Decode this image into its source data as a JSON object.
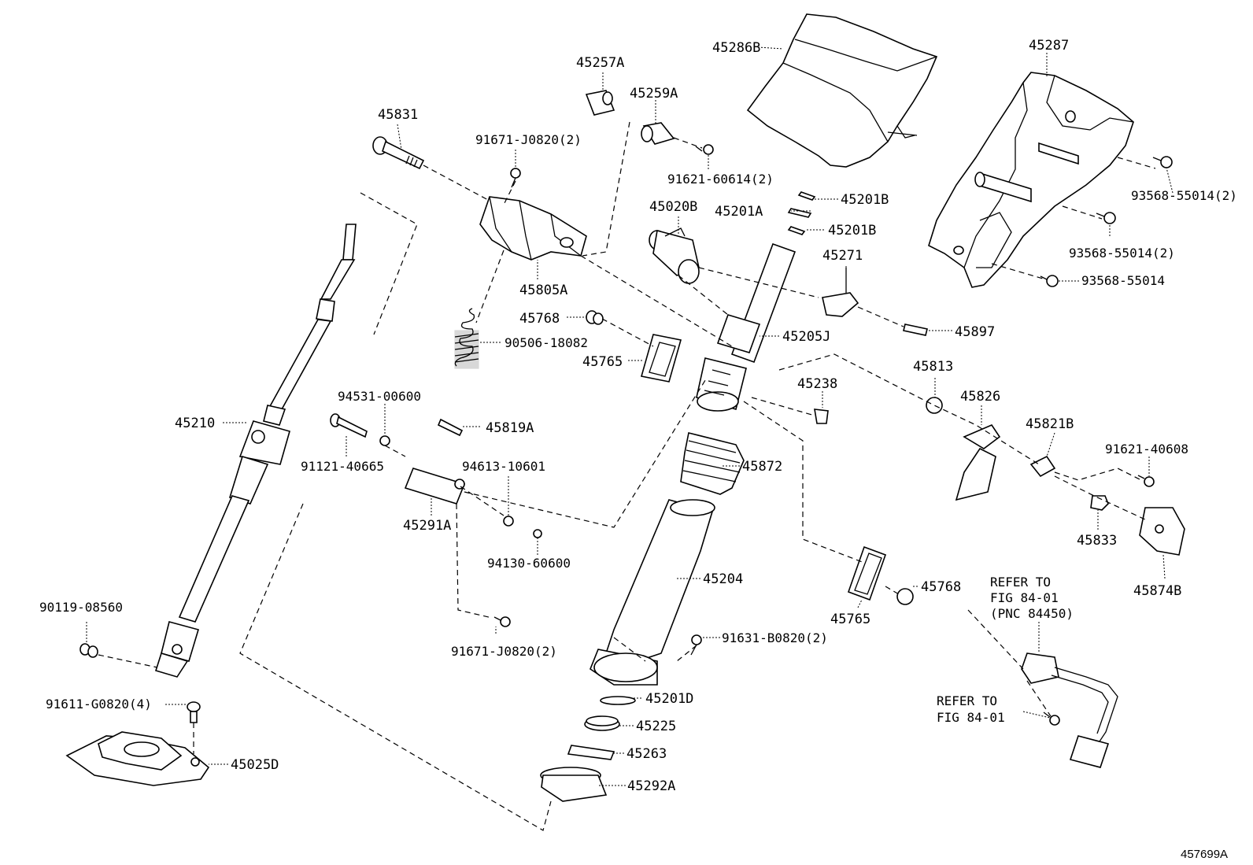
{
  "diagram_id": "457699A",
  "parts": [
    {
      "key": "p45286B",
      "label": "45286B"
    },
    {
      "key": "p45287",
      "label": "45287"
    },
    {
      "key": "p45257A",
      "label": "45257A"
    },
    {
      "key": "p45259A",
      "label": "45259A"
    },
    {
      "key": "p45831",
      "label": "45831"
    },
    {
      "key": "p91671J0820a",
      "label": "91671-J0820(2)"
    },
    {
      "key": "p9162160614",
      "label": "91621-60614(2)"
    },
    {
      "key": "p45201B_a",
      "label": "45201B"
    },
    {
      "key": "p45201A",
      "label": "45201A"
    },
    {
      "key": "p45201B_b",
      "label": "45201B"
    },
    {
      "key": "p45020B",
      "label": "45020B"
    },
    {
      "key": "p9356855014a",
      "label": "93568-55014(2)"
    },
    {
      "key": "p9356855014b",
      "label": "93568-55014(2)"
    },
    {
      "key": "p9356855014c",
      "label": "93568-55014"
    },
    {
      "key": "p45271",
      "label": "45271"
    },
    {
      "key": "p45805A",
      "label": "45805A"
    },
    {
      "key": "p45768a",
      "label": "45768"
    },
    {
      "key": "p45897",
      "label": "45897"
    },
    {
      "key": "p45205J",
      "label": "45205J"
    },
    {
      "key": "p9050618082",
      "label": "90506-18082"
    },
    {
      "key": "p45765a",
      "label": "45765"
    },
    {
      "key": "p45813",
      "label": "45813"
    },
    {
      "key": "p45238",
      "label": "45238"
    },
    {
      "key": "p45826",
      "label": "45826"
    },
    {
      "key": "p9453100600",
      "label": "94531-00600"
    },
    {
      "key": "p45210",
      "label": "45210"
    },
    {
      "key": "p45819A",
      "label": "45819A"
    },
    {
      "key": "p45821B",
      "label": "45821B"
    },
    {
      "key": "p9162140608",
      "label": "91621-40608"
    },
    {
      "key": "p9112140665",
      "label": "91121-40665"
    },
    {
      "key": "p9461310601",
      "label": "94613-10601"
    },
    {
      "key": "p45872",
      "label": "45872"
    },
    {
      "key": "p45291A",
      "label": "45291A"
    },
    {
      "key": "p45833",
      "label": "45833"
    },
    {
      "key": "p9413060600",
      "label": "94130-60600"
    },
    {
      "key": "p45204",
      "label": "45204"
    },
    {
      "key": "p45874B",
      "label": "45874B"
    },
    {
      "key": "p45768b",
      "label": "45768"
    },
    {
      "key": "p45765b",
      "label": "45765"
    },
    {
      "key": "p9011908560",
      "label": "90119-08560"
    },
    {
      "key": "p91671J0820b",
      "label": "91671-J0820(2)"
    },
    {
      "key": "p91631B0820",
      "label": "91631-B0820(2)"
    },
    {
      "key": "p45201D",
      "label": "45201D"
    },
    {
      "key": "p91611G0820",
      "label": "91611-G0820(4)"
    },
    {
      "key": "p45225",
      "label": "45225"
    },
    {
      "key": "p45263",
      "label": "45263"
    },
    {
      "key": "p45025D",
      "label": "45025D"
    },
    {
      "key": "p45292A",
      "label": "45292A"
    }
  ],
  "refs": {
    "ref_a_line1": "REFER TO",
    "ref_a_line2": "FIG 84-01",
    "ref_a_line3": "(PNC 84450)",
    "ref_b_line1": "REFER TO",
    "ref_b_line2": "FIG 84-01"
  }
}
